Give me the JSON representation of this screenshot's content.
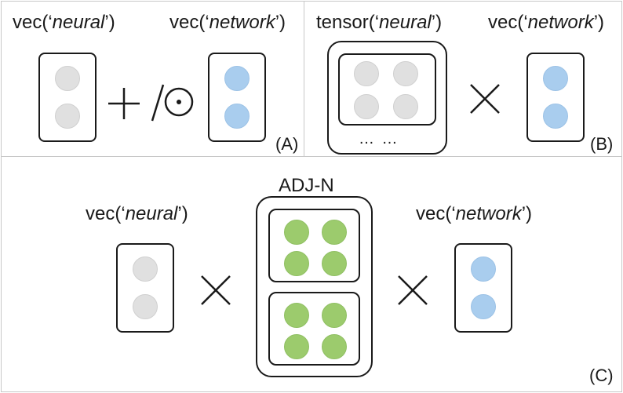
{
  "panel_a": {
    "left_prefix": "vec(‘",
    "left_word": "neural",
    "left_suffix": "’)",
    "right_prefix": "vec(‘",
    "right_word": "network",
    "right_suffix": "’)",
    "operator_text": "+/⊙",
    "tag": "(A)"
  },
  "panel_b": {
    "left_prefix": "tensor(‘",
    "left_word": "neural",
    "left_suffix": "’)",
    "right_prefix": "vec(‘",
    "right_word": "network",
    "right_suffix": "’)",
    "ellipsis": "… …",
    "tag": "(B)"
  },
  "panel_c": {
    "left_prefix": "vec(‘",
    "left_word": "neural",
    "left_suffix": "’)",
    "center_label": "ADJ-N",
    "right_prefix": "vec(‘",
    "right_word": "network",
    "right_suffix": "’)",
    "tag": "(C)"
  },
  "colors": {
    "grey_dot": "#e0e0e0",
    "blue_dot": "#a9cdee",
    "green_dot": "#9ccb6d",
    "stroke": "#1a1a1a"
  }
}
